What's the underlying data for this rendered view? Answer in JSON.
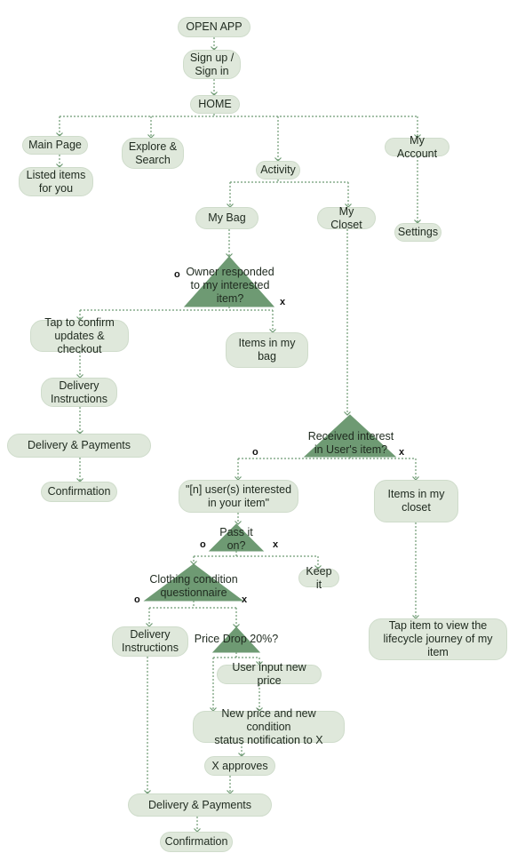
{
  "colors": {
    "node_fill": "#dfe8db",
    "decision_fill": "#6e9a73",
    "connector": "#6e9a73"
  },
  "nodes": {
    "open_app": "OPEN APP",
    "sign_in": "Sign up /\nSign in",
    "home": "HOME",
    "main_page": "Main Page",
    "listed_items": "Listed items\nfor you",
    "explore": "Explore &\nSearch",
    "activity": "Activity",
    "my_account": "My Account",
    "settings": "Settings",
    "my_bag": "My Bag",
    "my_closet": "My Closet",
    "tap_confirm": "Tap to confirm\nupdates & checkout",
    "items_in_bag": "Items in my bag",
    "delivery_instructions_1": "Delivery\nInstructions",
    "delivery_payments_1": "Delivery & Payments",
    "confirmation_1": "Confirmation",
    "users_interested": "\"[n] user(s) interested\nin your item\"",
    "items_in_closet": "Items in my\ncloset",
    "keep_it": "Keep it",
    "delivery_instructions_2": "Delivery\nInstructions",
    "user_input_price": "User input new price",
    "new_price_notification": "New price and new condition\nstatus notification to X",
    "x_approves": "X approves",
    "delivery_payments_2": "Delivery & Payments",
    "confirmation_2": "Confirmation",
    "tap_item_lifecycle": "Tap item to view the\nlifecycle journey of my item"
  },
  "decisions": {
    "owner_responded": "Owner responded\nto my interested\nitem?",
    "received_interest": "Received interest\nin User's item?",
    "pass_it_on": "Pass it\non?",
    "clothing_condition": "Clothing condition\nquestionnaire",
    "price_drop": "Price Drop 20%?"
  },
  "branch_marks": {
    "yes": "o",
    "no": "x"
  }
}
